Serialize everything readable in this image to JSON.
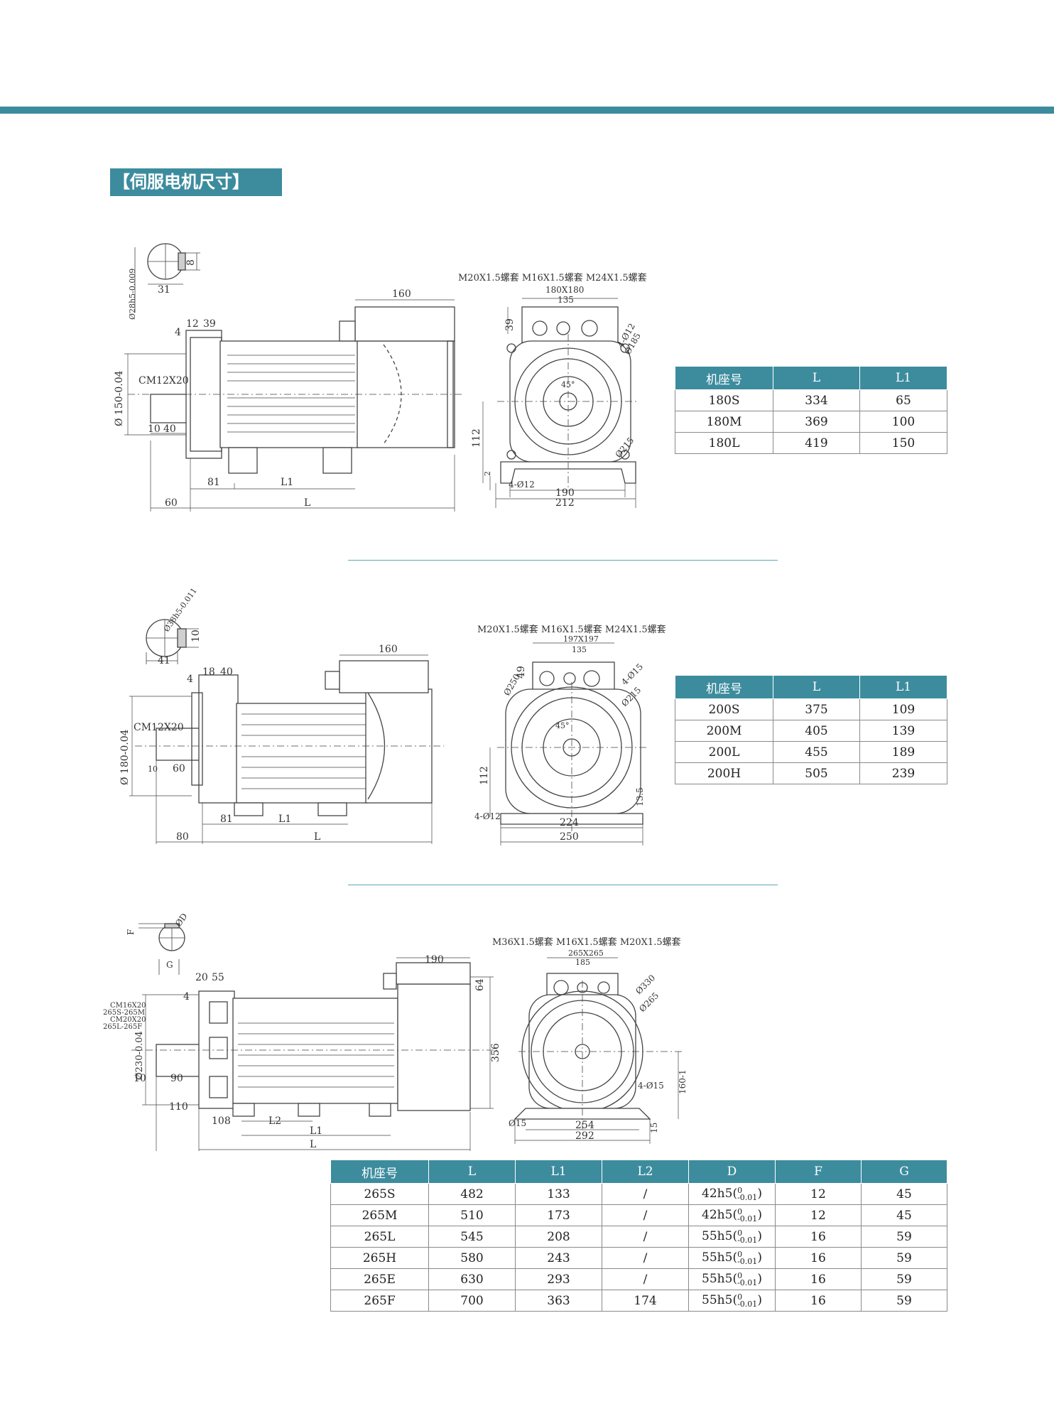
{
  "page_title": "【伺服电机尺寸】",
  "colors": {
    "accent": "#3c8c9e",
    "table_header": "#3c8c9e",
    "line": "#444444"
  },
  "table1": {
    "headers": [
      "机座号",
      "L",
      "L1"
    ],
    "rows": [
      [
        "180S",
        "334",
        "65"
      ],
      [
        "180M",
        "369",
        "100"
      ],
      [
        "180L",
        "419",
        "150"
      ]
    ]
  },
  "table2": {
    "headers": [
      "机座号",
      "L",
      "L1"
    ],
    "rows": [
      [
        "200S",
        "375",
        "109"
      ],
      [
        "200M",
        "405",
        "139"
      ],
      [
        "200L",
        "455",
        "189"
      ],
      [
        "200H",
        "505",
        "239"
      ]
    ]
  },
  "table3": {
    "headers": [
      "机座号",
      "L",
      "L1",
      "L2",
      "D",
      "F",
      "G"
    ],
    "tolerance": {
      "upper": "0",
      "lower": "-0.01"
    },
    "rows": [
      [
        "265S",
        "482",
        "133",
        "/",
        "42h5",
        "12",
        "45"
      ],
      [
        "265M",
        "510",
        "173",
        "/",
        "42h5",
        "12",
        "45"
      ],
      [
        "265L",
        "545",
        "208",
        "/",
        "55h5",
        "16",
        "59"
      ],
      [
        "265H",
        "580",
        "243",
        "/",
        "55h5",
        "16",
        "59"
      ],
      [
        "265E",
        "630",
        "293",
        "/",
        "55h5",
        "16",
        "59"
      ],
      [
        "265F",
        "700",
        "363",
        "174",
        "55h5",
        "16",
        "59"
      ]
    ]
  },
  "drawing1": {
    "shaft_dia": "Ø28h5-0.009",
    "key_w": "8",
    "key_len": "31",
    "d4": "4",
    "d12": "12",
    "d39": "39",
    "d160": "160",
    "cm": "CM12X20",
    "flange_dia": "Ø 150-0.04",
    "d10": "10",
    "d40": "40",
    "d81": "81",
    "L1": "L1",
    "d60": "60",
    "L": "L",
    "glands": "M20X1.5螺套 M16X1.5螺套 M24X1.5螺套",
    "box": "180X180",
    "d135": "135",
    "d39b": "39",
    "holes": "4-Ø12",
    "pcd": "Ø185",
    "angle": "45°",
    "d112": "112",
    "d215": "Ø215",
    "d2": "2",
    "feet": "4-Ø12",
    "d190": "190",
    "d212": "212"
  },
  "drawing2": {
    "shaft_dia": "Ø38h5-0.011",
    "key_w": "10",
    "key_len": "41",
    "d4": "4",
    "d18": "18",
    "d40": "40",
    "d160": "160",
    "cm": "CM12X20",
    "flange_dia": "Ø 180-0.04",
    "d10": "10",
    "d60": "60",
    "d81": "81",
    "L1": "L1",
    "d80": "80",
    "L": "L",
    "glands": "M20X1.5螺套 M16X1.5螺套 M24X1.5螺套",
    "box": "197X197",
    "d135": "135",
    "d49": "49",
    "d250": "Ø250",
    "holes": "4-Ø15",
    "d215": "Ø215",
    "angle": "45°",
    "d112": "112",
    "d13": "13.5",
    "feet": "4-Ø12",
    "d224": "224",
    "d250b": "250"
  },
  "drawing3": {
    "shaft_dia": "ØD",
    "key_w": "F",
    "key_len": "G",
    "d20": "20",
    "d55": "55",
    "d190": "190",
    "d4": "4",
    "cm1": "CM16X20",
    "cm1n": "265S-265M",
    "cm2": "CM20X20",
    "cm2n": "265L-265F",
    "flange_dia": "Ø230-0.04",
    "d10": "10",
    "d90": "90",
    "d110": "110",
    "d108": "108",
    "L2": "L2",
    "L1": "L1",
    "L": "L",
    "d64": "64",
    "d356": "356",
    "glands": "M36X1.5螺套 M16X1.5螺套 M20X1.5螺套",
    "box": "265X265",
    "d185": "185",
    "d330": "Ø330",
    "d265": "Ø265",
    "holes": "4-Ø15",
    "d160": "160-1",
    "feet": "Ø15",
    "d254": "254",
    "d292": "292",
    "d15": "15"
  }
}
